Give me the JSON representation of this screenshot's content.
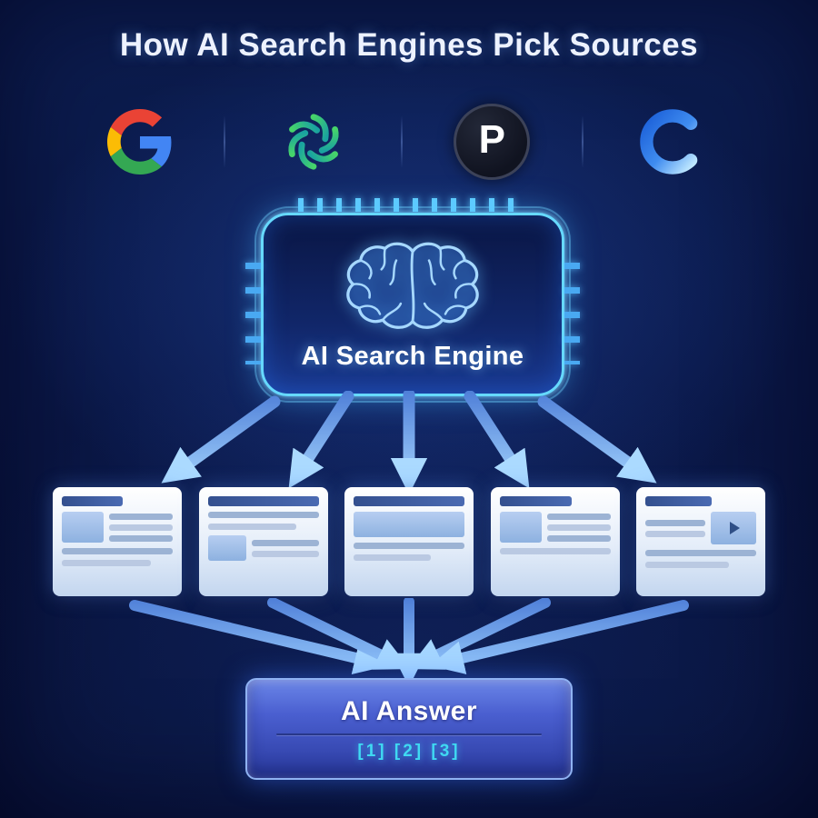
{
  "title": "How AI Search Engines Pick Sources",
  "logos": {
    "google": "Google",
    "openai": "OpenAI",
    "perplexity": "Perplexity",
    "perplexity_letter": "P",
    "c": "C"
  },
  "engine": {
    "label": "AI Search Engine"
  },
  "sources": [
    {
      "type": "article"
    },
    {
      "type": "article"
    },
    {
      "type": "article"
    },
    {
      "type": "article"
    },
    {
      "type": "video"
    }
  ],
  "answer": {
    "label": "AI Answer",
    "citations": "[1] [2] [3]"
  },
  "colors": {
    "background": "#0a1746",
    "accent_cyan": "#66d9ff",
    "arrow_blue": "#8fc2f5",
    "citation_cyan": "#3fd9f2"
  }
}
